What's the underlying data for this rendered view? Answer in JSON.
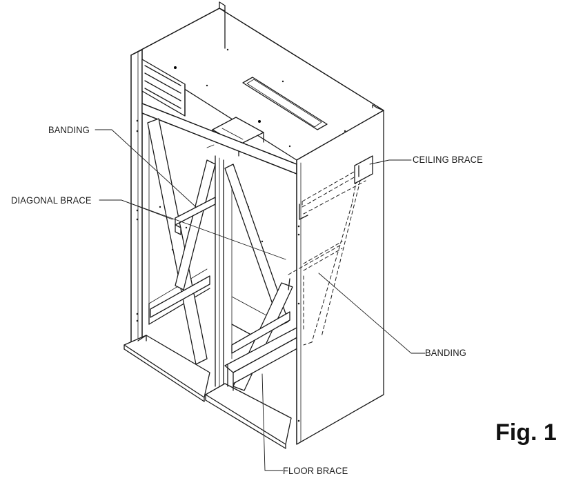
{
  "labels": {
    "banding_top": "BANDING",
    "diagonal_brace": "DIAGONAL BRACE",
    "ceiling_brace": "CEILING BRACE",
    "banding_bottom": "BANDING",
    "floor_brace": "FLOOR BRACE"
  },
  "figure_label": "Fig. 1"
}
